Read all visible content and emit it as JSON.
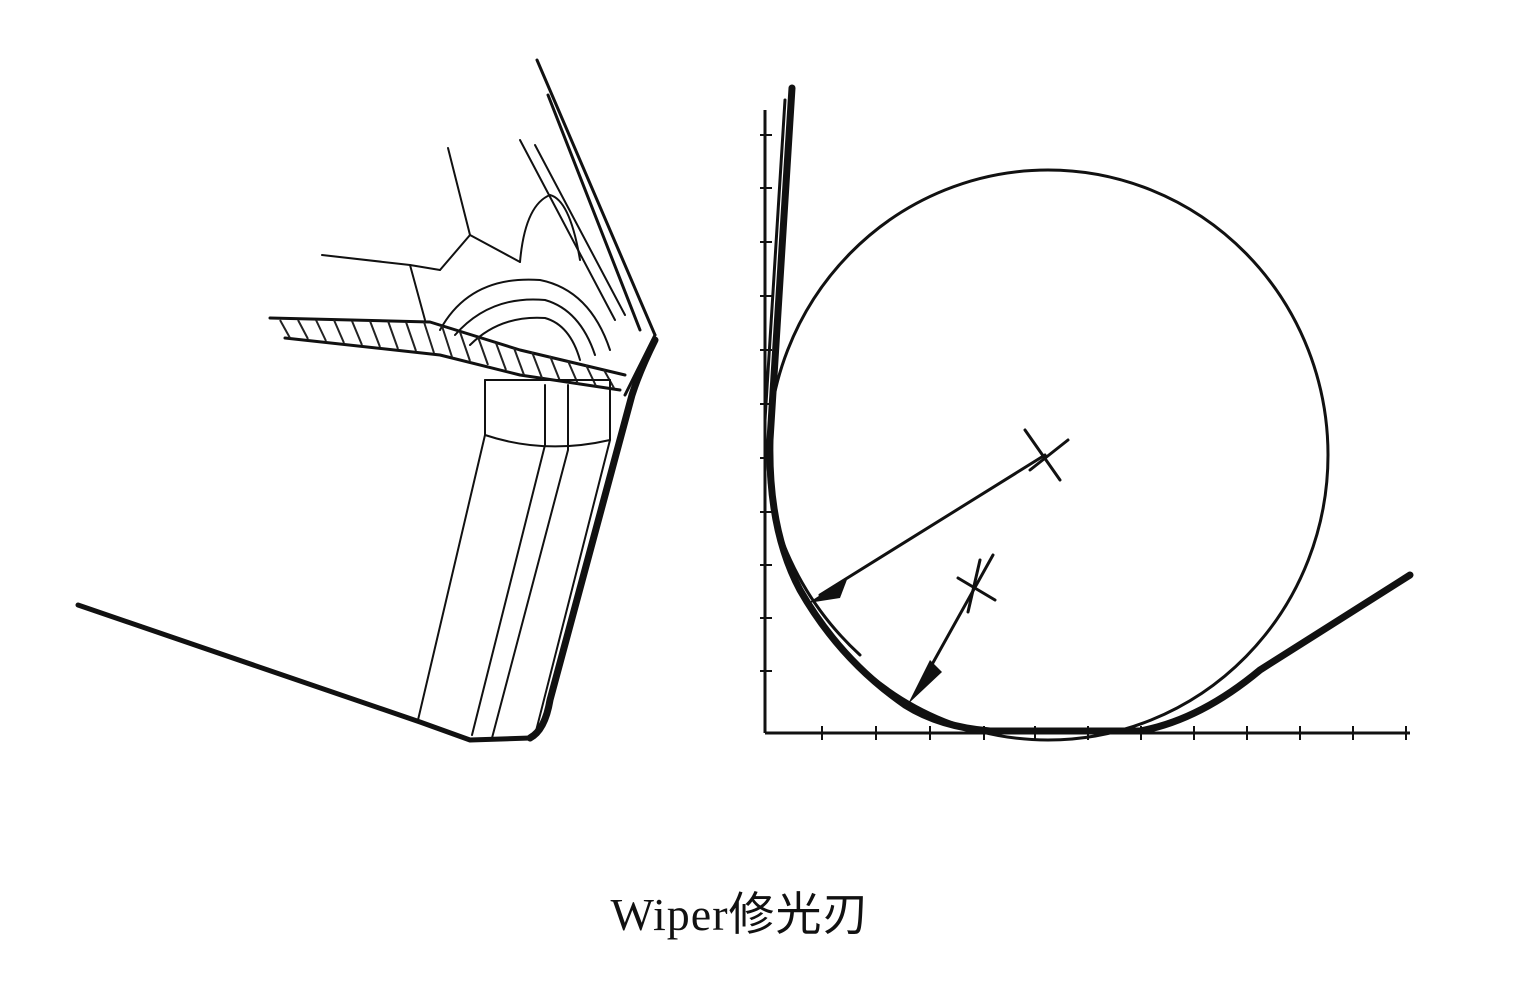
{
  "caption": "Wiper修光刃",
  "colors": {
    "ink": "#111111",
    "background": "#ffffff"
  },
  "figures": [
    {
      "name": "insert-drawing"
    },
    {
      "name": "wiper-edge-profile"
    }
  ]
}
